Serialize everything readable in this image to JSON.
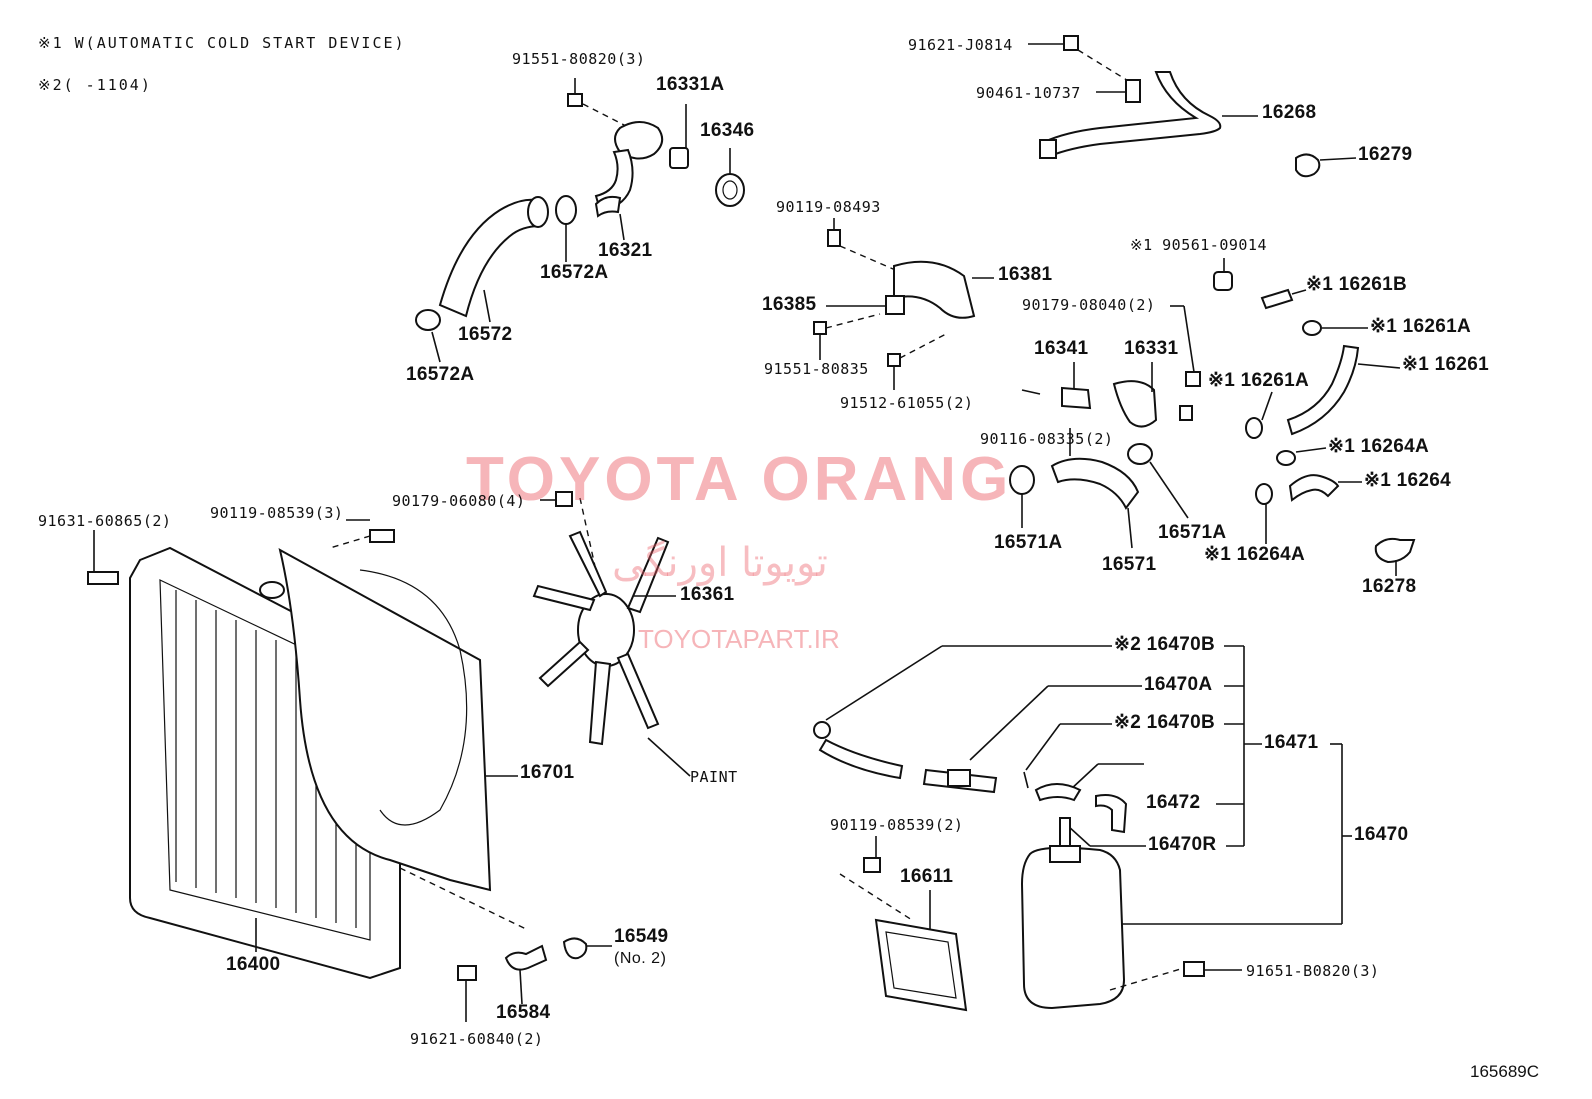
{
  "notes": {
    "note1": "※1 W(AUTOMATIC COLD START DEVICE)",
    "note2": "※2(      -1104)"
  },
  "watermark": {
    "brand": "TOYOTA ORANG",
    "persian": "تویوتا اورنگی",
    "url": "TOYOTAPART.IR"
  },
  "diagram_id": "165689C",
  "labels": {
    "p91551_80820": "91551-80820(3)",
    "p16331A": "16331A",
    "p16346": "16346",
    "p16321": "16321",
    "p16572A_top": "16572A",
    "p16572": "16572",
    "p16572A_bot": "16572A",
    "p91621_J0814": "91621-J0814",
    "p90461_10737": "90461-10737",
    "p16268": "16268",
    "p16279": "16279",
    "p90119_08493": "90119-08493",
    "p16381": "16381",
    "p16385": "16385",
    "p91551_80835": "91551-80835",
    "p91512_61055": "91512-61055(2)",
    "p90561_09014": "※1 90561-09014",
    "p16261B": "※1 16261B",
    "p90179_08040": "90179-08040(2)",
    "p16261A_r": "※1 16261A",
    "p16341": "16341",
    "p16331": "16331",
    "p16261": "※1 16261",
    "p16261A_l": "※1 16261A",
    "p90116_08335": "90116-08335(2)",
    "p16264A_top": "※1 16264A",
    "p16264": "※1 16264",
    "p16571A_l": "16571A",
    "p16571": "16571",
    "p16571A_r": "16571A",
    "p16264A_bot": "※1 16264A",
    "p16278": "16278",
    "p91631_60865": "91631-60865(2)",
    "p90119_08539_3": "90119-08539(3)",
    "p90179_06080": "90179-06080(4)",
    "p16361": "16361",
    "p16701": "16701",
    "p16400": "16400",
    "paint": "PAINT",
    "p16549": "16549",
    "p16549_sub": "(No. 2)",
    "p16584": "16584",
    "p91621_60840": "91621-60840(2)",
    "p16470B_a": "※2 16470B",
    "p16470A": "16470A",
    "p16470B_b": "※2 16470B",
    "p16471": "16471",
    "p16472": "16472",
    "p16470R": "16470R",
    "p16470": "16470",
    "p90119_08539_2": "90119-08539(2)",
    "p16611": "16611",
    "p91651_B0820": "91651-B0820(3)"
  }
}
